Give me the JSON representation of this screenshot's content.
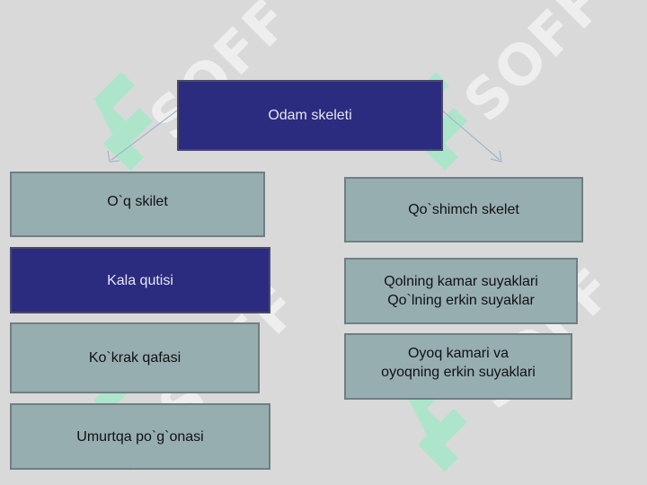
{
  "watermark": {
    "text": "SOFF",
    "mark_color": "#a6e8c9",
    "text_color": "#f2f2f2"
  },
  "colors": {
    "background": "#d9d9d9",
    "box_teal": "#97aeb1",
    "box_navy": "#2b2b80",
    "arrow": "#9fb7c6"
  },
  "diagram": {
    "root": "Odam  skeleti",
    "left": {
      "title": "O`q  skilet",
      "items": [
        "Kala  qutisi",
        "Ko`krak qafasi",
        "Umurtqa  po`g`onasi"
      ]
    },
    "right": {
      "title": "Qo`shimch  skelet",
      "items": [
        "Qolning  kamar  suyaklari\nQo`lning erkin suyaklar",
        "Oyoq kamari va\noyoqning erkin suyaklari"
      ]
    }
  }
}
